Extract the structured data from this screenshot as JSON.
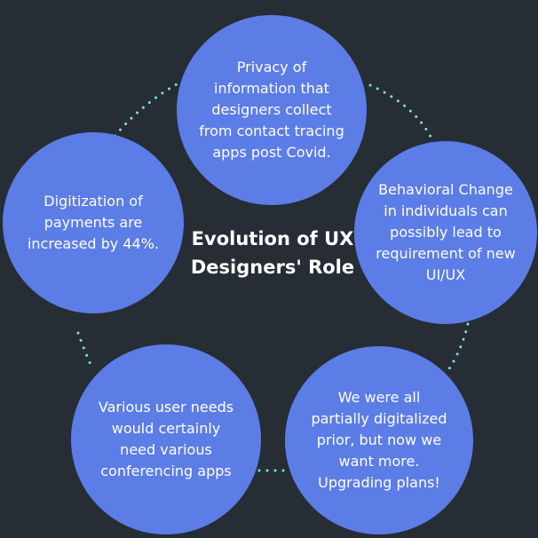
{
  "colors": {
    "background": "#262d35",
    "bubble": "#5c7de6",
    "text": "#ffffff",
    "connector": "#7fe0e4"
  },
  "center_title": {
    "line1": "Evolution of UX",
    "line2": "Designers' Role"
  },
  "bubbles": {
    "top": {
      "lines": [
        "Privacy of",
        "information that",
        "designers collect",
        "from contact tracing",
        "apps post Covid."
      ]
    },
    "left": {
      "lines": [
        "Digitization of",
        "payments are",
        "increased by 44%."
      ]
    },
    "right": {
      "lines": [
        "Behavioral Change",
        "in individuals can",
        "possibly lead to",
        "requirement of new",
        "UI/UX"
      ]
    },
    "bottom_left": {
      "lines": [
        "Various user needs",
        "would certainly",
        "need various",
        "conferencing apps"
      ]
    },
    "bottom_right": {
      "lines": [
        "We were all",
        "partially digitalized",
        "prior, but now we",
        "want more.",
        "Upgrading plans!"
      ]
    }
  }
}
